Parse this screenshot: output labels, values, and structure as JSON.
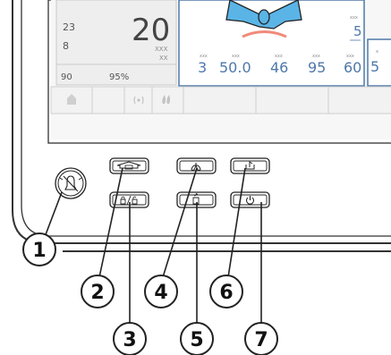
{
  "screen": {
    "panel_left": {
      "v1": "23",
      "v2": "8",
      "big_value": "20",
      "xxx": "XXX",
      "xx": "XX",
      "bottom_left": "90",
      "bottom_pct": "95%"
    },
    "center_tiny": "xxx",
    "center_right_value": "5",
    "readouts": [
      {
        "label": "xxx",
        "value": "3"
      },
      {
        "label": "xxx",
        "value": "50.0"
      },
      {
        "label": "xxx",
        "value": "46"
      },
      {
        "label": "xxx",
        "value": "95"
      },
      {
        "label": "xxx",
        "value": "60"
      }
    ],
    "right_panel_value": "5",
    "right_panel_tiny": "x"
  },
  "callouts": [
    "1",
    "2",
    "3",
    "4",
    "5",
    "6",
    "7"
  ],
  "colors": {
    "screen_blue": "#4f78a9",
    "bowtie_blue": "#5ab4e6",
    "mouth": "#f08a7a",
    "outline": "#222222"
  },
  "icons": {
    "1": "alarm-silence-icon",
    "2": "home-o2-icon",
    "3": "lock-unlock-icon",
    "4": "lungs-icon",
    "5": "nebulizer-icon",
    "6": "manual-breath-icon",
    "7": "power-icon"
  }
}
